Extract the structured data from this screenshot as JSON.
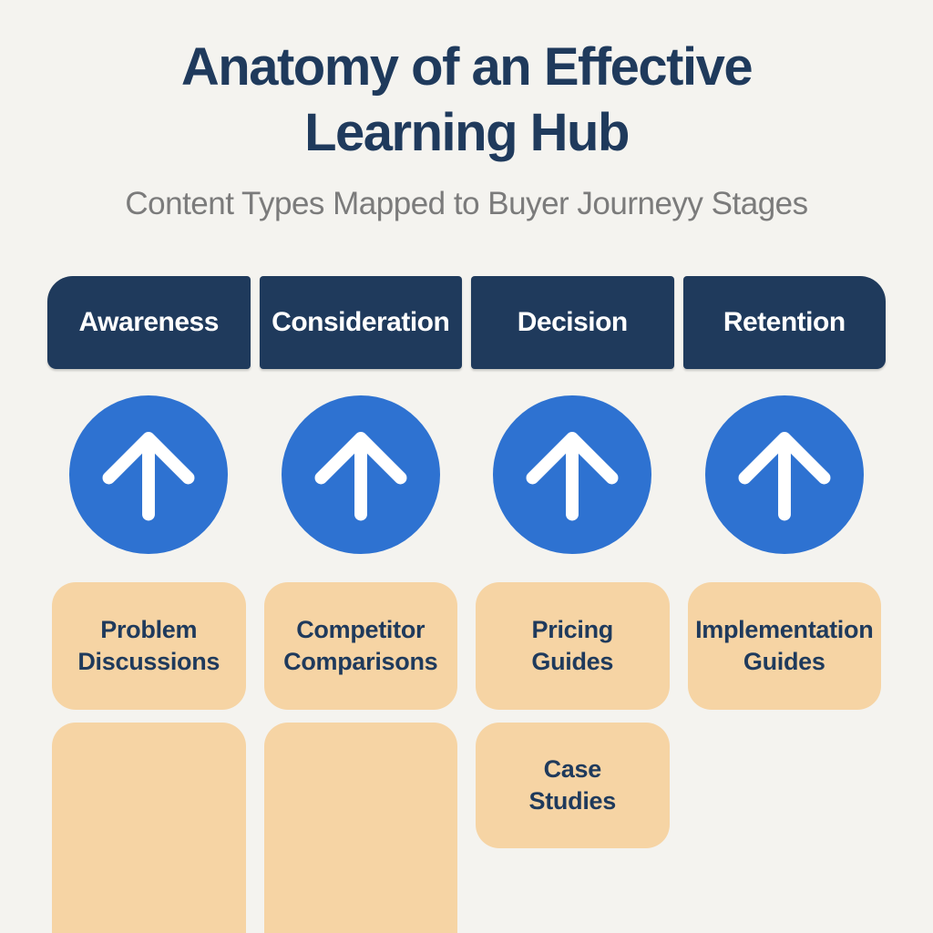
{
  "title": "Anatomy of an Effective\nLearning Hub",
  "subtitle": "Content Types Mapped to Buyer Journeyy Stages",
  "colors": {
    "background": "#f4f3ef",
    "navy": "#1f3a5c",
    "blue": "#2e72d1",
    "tan": "#f6d4a4",
    "subtitle_gray": "#7b7b7b",
    "arrow_white": "#ffffff",
    "header_text": "#ffffff"
  },
  "columns": [
    {
      "header": "Awareness",
      "icon": "arrow-up-icon",
      "cards": [
        {
          "label": "Problem\nDiscussions"
        },
        {
          "label": ""
        }
      ]
    },
    {
      "header": "Consideration",
      "icon": "arrow-up-icon",
      "cards": [
        {
          "label": "Competitor\nComparisons"
        },
        {
          "label": ""
        }
      ]
    },
    {
      "header": "Decision",
      "icon": "arrow-up-icon",
      "cards": [
        {
          "label": "Pricing\nGuides"
        },
        {
          "label": "Case\nStudies"
        }
      ]
    },
    {
      "header": "Retention",
      "icon": "arrow-up-icon",
      "cards": [
        {
          "label": "Implementation\nGuides"
        }
      ]
    }
  ]
}
